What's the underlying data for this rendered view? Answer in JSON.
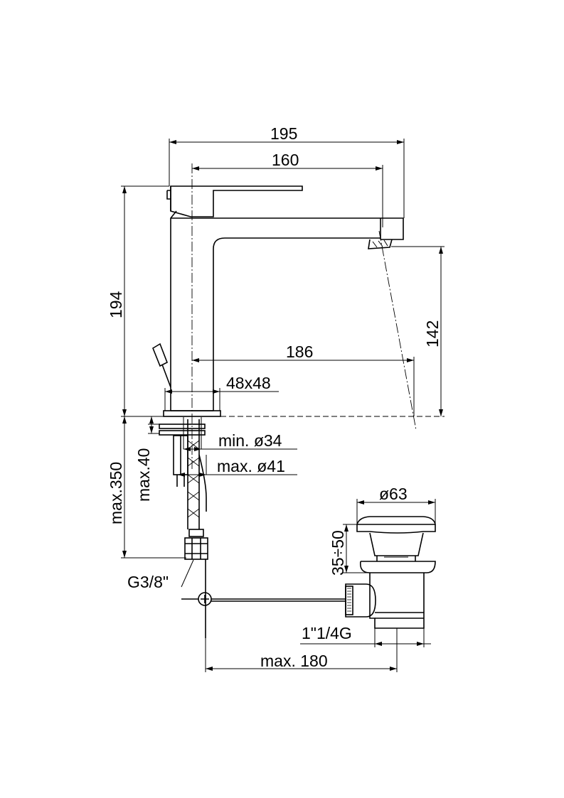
{
  "dimensions": {
    "overall_width": "195",
    "spout_reach": "160",
    "overall_height": "194",
    "spout_height": "142",
    "reach_to_centre": "186",
    "base_size": "48x48",
    "hole_min": "min. ø34",
    "hole_max": "max. ø41",
    "deck_thickness": "max.40",
    "hose_length": "max.350",
    "connection": "G3/8\"",
    "waste_diameter": "ø63",
    "waste_lift": "35÷50",
    "waste_thread": "1\"1/4G",
    "rod_length": "max. 180"
  }
}
